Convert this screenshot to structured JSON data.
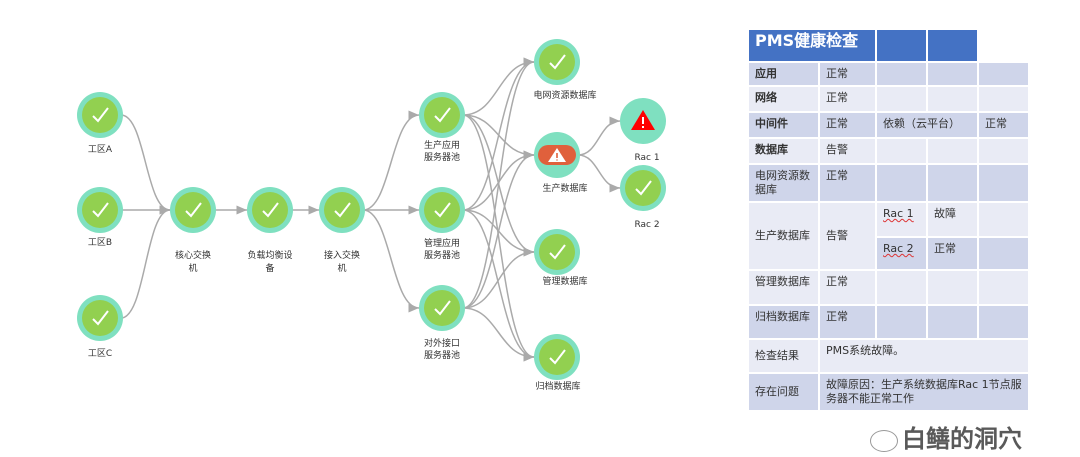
{
  "diagram": {
    "nodes": {
      "a": {
        "label": "工区A",
        "status": "ok"
      },
      "b": {
        "label": "工区B",
        "status": "ok"
      },
      "c": {
        "label": "工区C",
        "status": "ok"
      },
      "core": {
        "label1": "核心交换",
        "label2": "机",
        "status": "ok"
      },
      "lb": {
        "label1": "负载均衡设",
        "label2": "备",
        "status": "ok"
      },
      "acc": {
        "label1": "接入交换",
        "label2": "机",
        "status": "ok"
      },
      "prodApp": {
        "label1": "生产应用",
        "label2": "服务器池",
        "status": "ok"
      },
      "mgmtApp": {
        "label1": "管理应用",
        "label2": "服务器池",
        "status": "ok"
      },
      "extApp": {
        "label1": "对外接口",
        "label2": "服务器池",
        "status": "ok"
      },
      "gridDb": {
        "label": "电网资源数据库",
        "status": "ok"
      },
      "prodDb": {
        "label": "生产数据库",
        "status": "warning"
      },
      "mgmtDb": {
        "label": "管理数据库",
        "status": "ok"
      },
      "archDb": {
        "label": "归档数据库",
        "status": "ok"
      },
      "rac1": {
        "label": "Rac 1",
        "status": "error"
      },
      "rac2": {
        "label": "Rac 2",
        "status": "ok"
      }
    },
    "colors": {
      "ok": "#92d050",
      "ring": "#7fe0c0",
      "warning": "#e0603c",
      "error": "#ff0000",
      "edge": "#aaaaaa"
    }
  },
  "table": {
    "title": "PMS健康检查",
    "rows": {
      "app": [
        "应用",
        "正常"
      ],
      "net": [
        "网络",
        "正常"
      ],
      "mw": [
        "中间件",
        "正常",
        "依赖（云平台）",
        "正常"
      ],
      "db": [
        "数据库",
        "告警"
      ],
      "grid": [
        "电网资源数据库",
        "正常"
      ],
      "prod": [
        "生产数据库",
        "告警",
        "Rac 1",
        "故障",
        "Rac 2",
        "正常"
      ],
      "mgmt": [
        "管理数据库",
        "正常"
      ],
      "arch": [
        "归档数据库",
        "正常"
      ],
      "result": [
        "检查结果",
        "PMS系统故障。"
      ],
      "issue": [
        "存在问题",
        "故障原因：生产系统数据库Rac 1节点服务器不能正常工作"
      ]
    }
  },
  "watermark": "白鳝的洞穴"
}
